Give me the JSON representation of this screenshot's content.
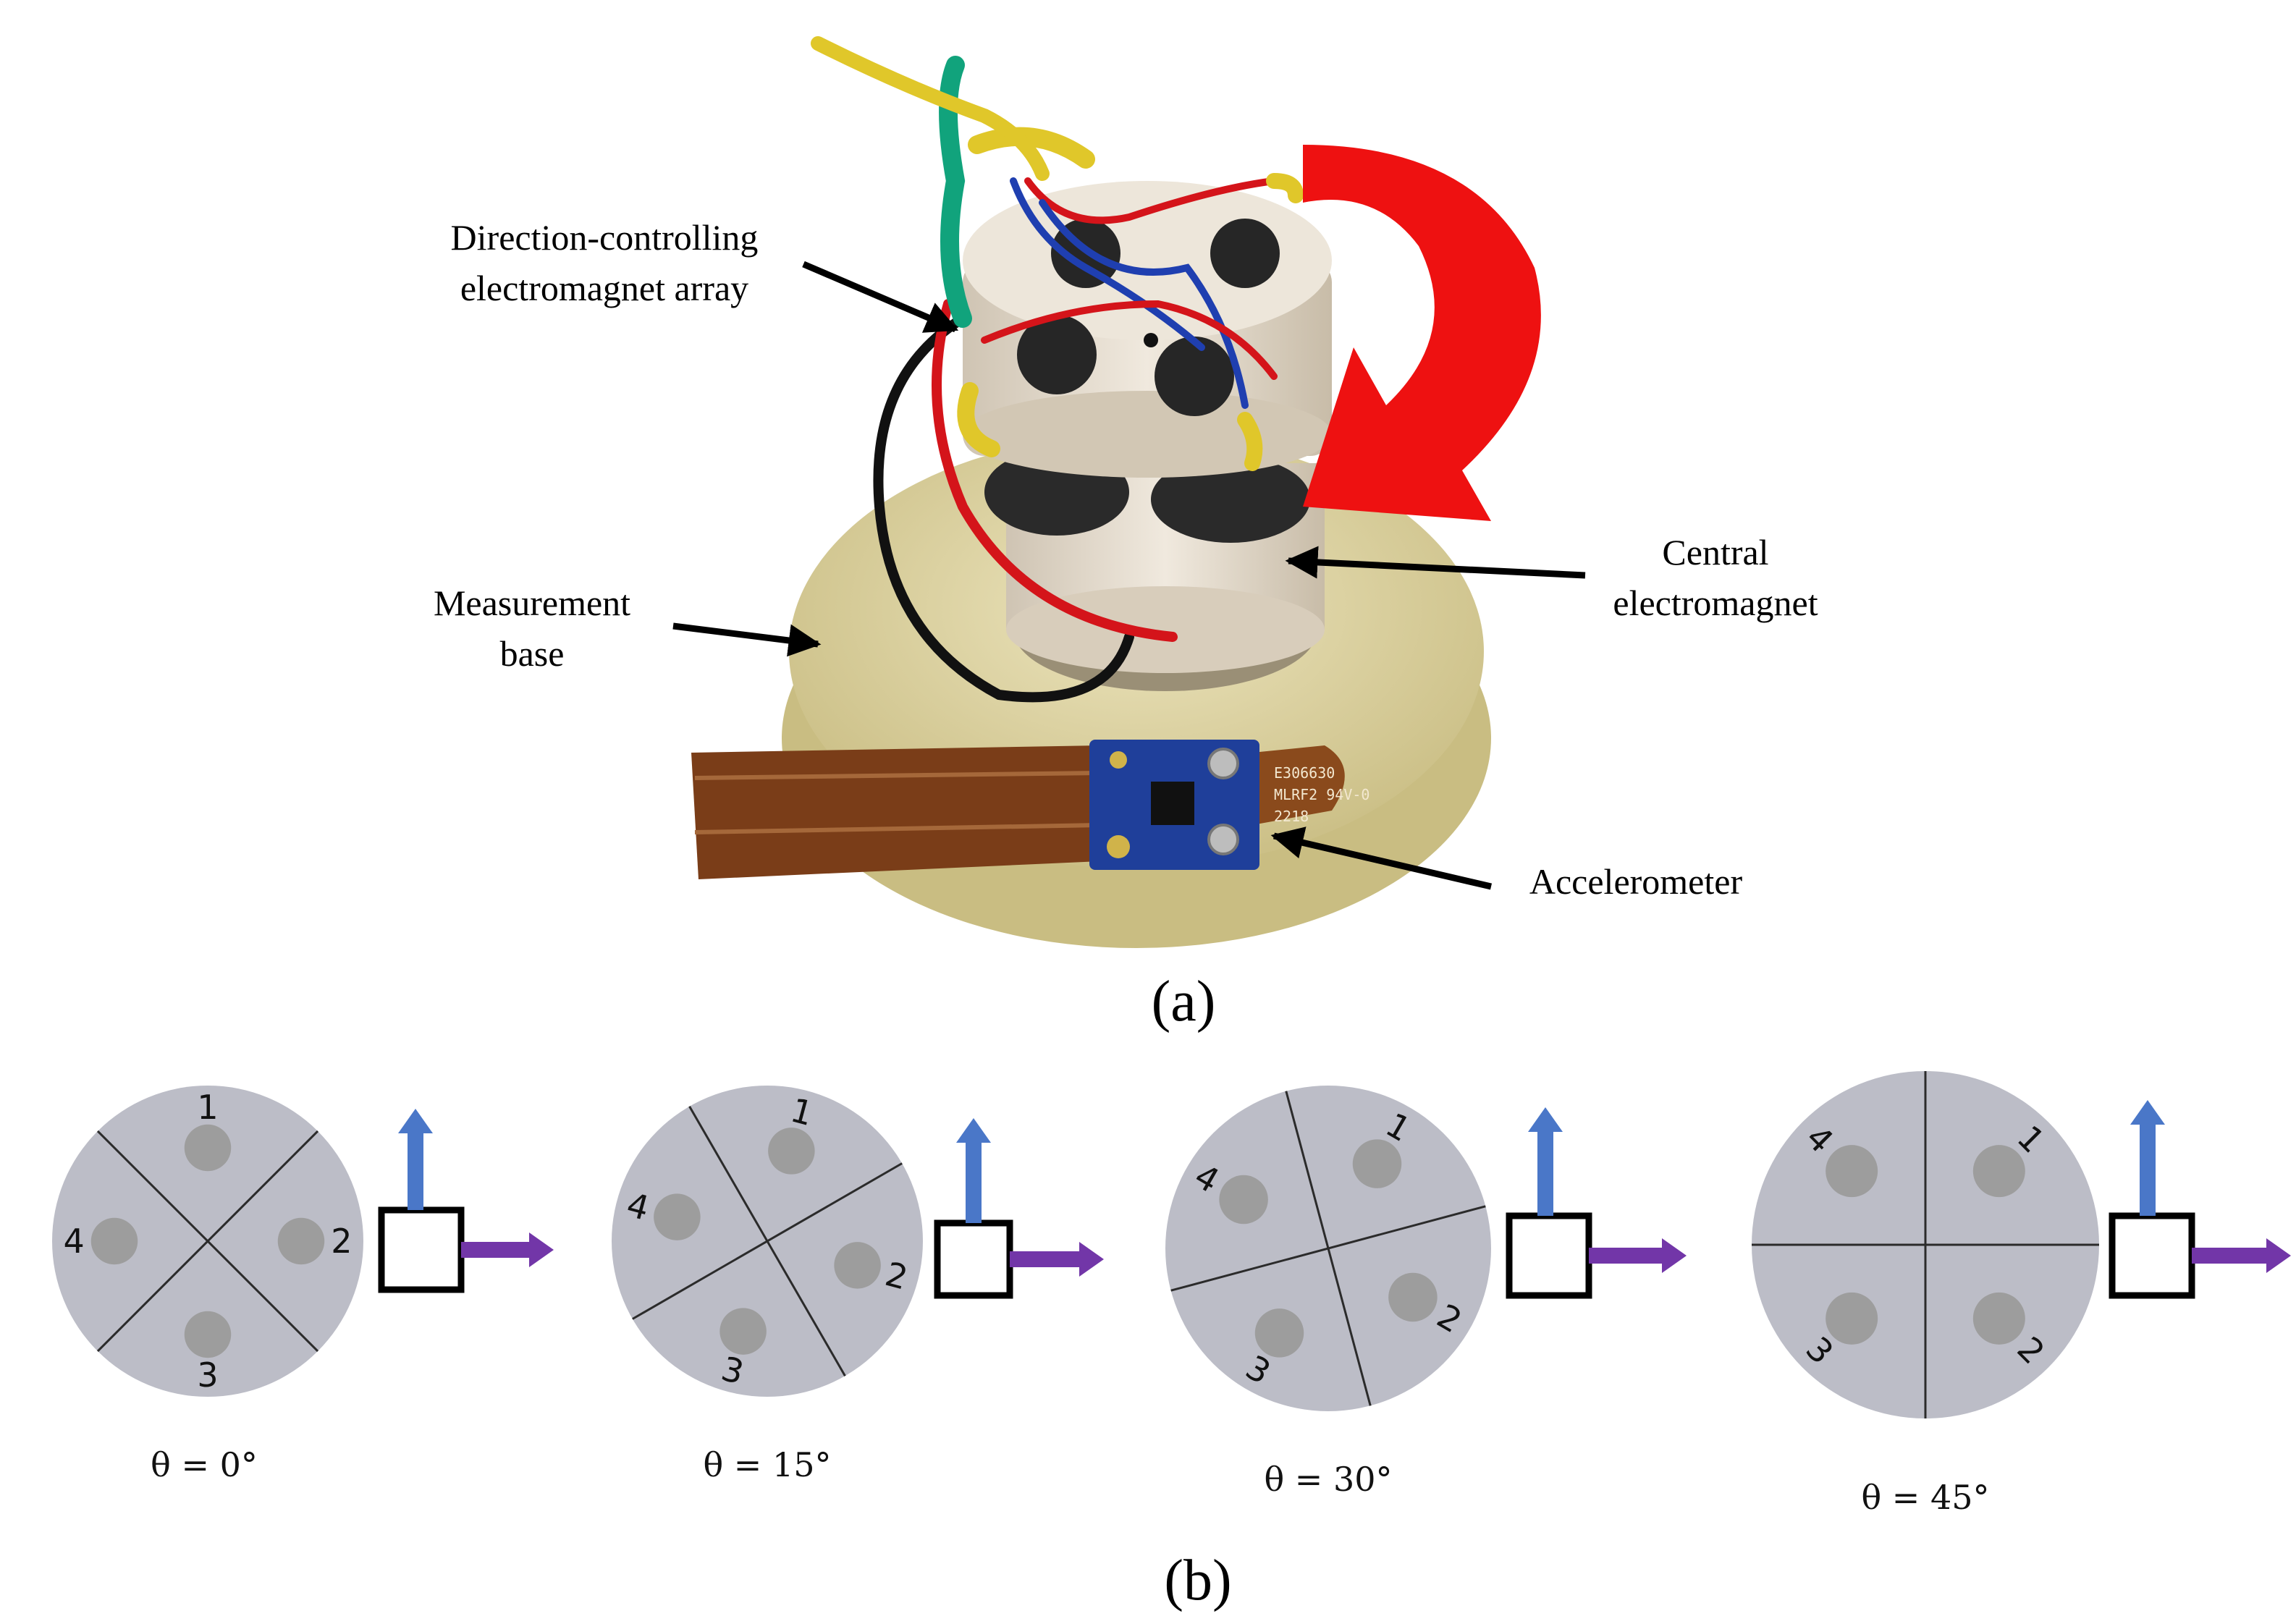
{
  "panel_a": {
    "caption": "(a)",
    "labels": {
      "direction_line1": "Direction-controlling",
      "direction_line2": "electromagnet array",
      "central_line1": "Central",
      "central_line2": "electromagnet",
      "base_line1": "Measurement",
      "base_line2": "base",
      "accelerometer": "Accelerometer"
    },
    "board_text": [
      "E306630",
      "MLRF2 94V-0",
      "2218"
    ],
    "colors": {
      "arrow": "#ee1111",
      "base": "#d9cf9a",
      "housing": "#e6ddd0",
      "magnet": "#2a2a2a",
      "strip": "#7a3d18",
      "board": "#1f3f9a"
    }
  },
  "panel_b": {
    "caption": "(b)",
    "diagrams": [
      {
        "angle_deg": 0,
        "label": "θ = 0°",
        "numbers": [
          "1",
          "2",
          "3",
          "4"
        ]
      },
      {
        "angle_deg": 15,
        "label": "θ = 15°",
        "numbers": [
          "1",
          "2",
          "3",
          "4"
        ]
      },
      {
        "angle_deg": 30,
        "label": "θ = 30°",
        "numbers": [
          "1",
          "2",
          "3",
          "4"
        ]
      },
      {
        "angle_deg": 45,
        "label": "θ = 45°",
        "numbers": [
          "1",
          "2",
          "3",
          "4"
        ]
      }
    ],
    "colors": {
      "disc": "#bcbdc7",
      "pole": "#9d9d9d",
      "up_arrow": "#4a77c8",
      "right_arrow": "#7236a8"
    }
  }
}
